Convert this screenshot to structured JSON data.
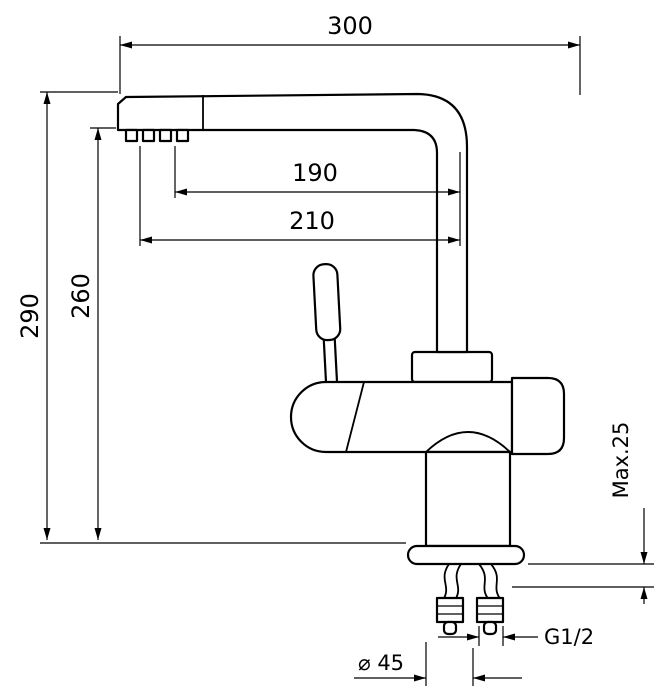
{
  "page": {
    "background": "#ffffff",
    "ink": "#000000"
  },
  "dimensions": {
    "overall_length": "300",
    "spout_reach_upper": "190",
    "spout_reach_lower": "210",
    "overall_height": "290",
    "spout_height": "260",
    "deck_thickness_max": "Max.25",
    "connection_thread": "G1/2",
    "mounting_hole_diameter": "⌀ 45"
  }
}
